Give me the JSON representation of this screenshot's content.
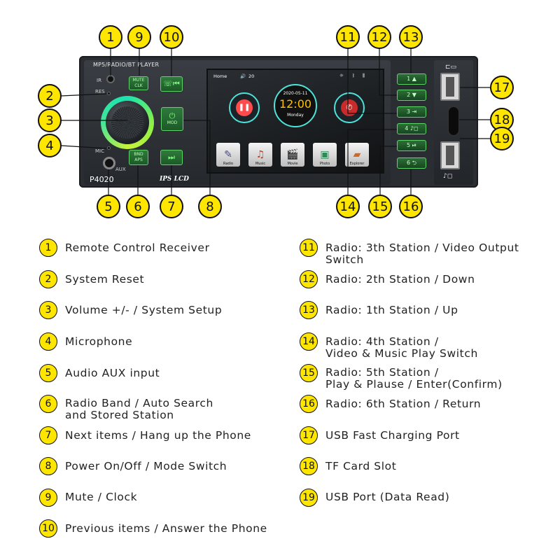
{
  "device": {
    "header_label": "MP5/RADIO/BT PLAYER",
    "model": "P4020",
    "display_type": "IPS LCD",
    "labels": {
      "ir": "IR",
      "res": "RES",
      "mic": "MIC",
      "aux": "AUX"
    },
    "buttons": {
      "mute_clk": "MUTE\nCLK",
      "mod": "MOD",
      "bnd_aps": "BND\nAPS"
    },
    "screen": {
      "home": "Home",
      "volume": "20",
      "date": "2020-05-11",
      "time": "12:00",
      "weekday": "Monday",
      "tiles": [
        "Radio",
        "Music",
        "Movie",
        "Photo",
        "Explorer"
      ]
    },
    "number_buttons": [
      "1 ▲",
      "2 ▼",
      "3 ⇥",
      "4 ♪◻",
      "5 ⏯",
      "6 ⮌"
    ]
  },
  "callouts": [
    "1",
    "2",
    "3",
    "4",
    "5",
    "6",
    "7",
    "8",
    "9",
    "10",
    "11",
    "12",
    "13",
    "14",
    "15",
    "16",
    "17",
    "18",
    "19"
  ],
  "legend": {
    "left": [
      {
        "num": "1",
        "text": "Remote Control Receiver"
      },
      {
        "num": "2",
        "text": "System Reset"
      },
      {
        "num": "3",
        "text": "Volume +/- / System Setup"
      },
      {
        "num": "4",
        "text": "Microphone"
      },
      {
        "num": "5",
        "text": "Audio AUX input"
      },
      {
        "num": "6",
        "text": "Radio Band / Auto Search\nand Stored Station"
      },
      {
        "num": "7",
        "text": "Next items / Hang up the Phone"
      },
      {
        "num": "8",
        "text": "Power On/Off / Mode Switch"
      },
      {
        "num": "9",
        "text": "Mute / Clock"
      },
      {
        "num": "10",
        "text": "Previous items / Answer the Phone"
      }
    ],
    "right": [
      {
        "num": "11",
        "text": "Radio: 3th Station / Video Output\nSwitch"
      },
      {
        "num": "12",
        "text": "Radio: 2th Station / Down"
      },
      {
        "num": "13",
        "text": "Radio: 1th Station / Up"
      },
      {
        "num": "14",
        "text": "Radio: 4th Station /\nVideo & Music Play Switch"
      },
      {
        "num": "15",
        "text": "Radio: 5th Station /\nPlay & Plause / Enter(Confirm)"
      },
      {
        "num": "16",
        "text": "Radio: 6th Station / Return"
      },
      {
        "num": "17",
        "text": "USB Fast Charging Port"
      },
      {
        "num": "18",
        "text": "TF Card Slot"
      },
      {
        "num": "19",
        "text": "USB Port (Data Read)"
      }
    ]
  }
}
